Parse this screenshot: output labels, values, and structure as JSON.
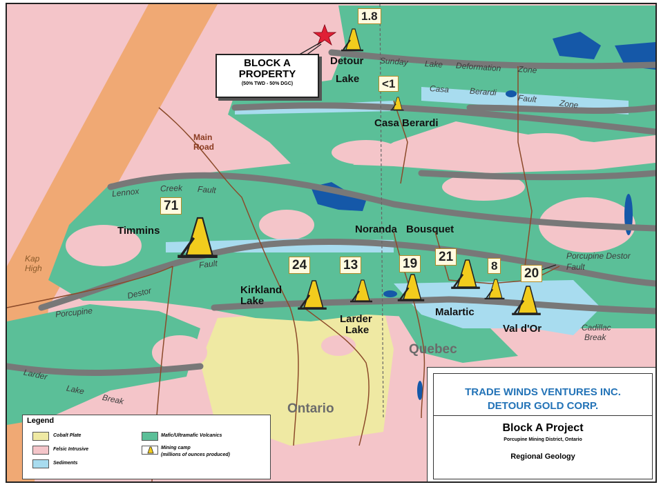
{
  "colors": {
    "felsic_intrusive": "#f4c5c9",
    "mafic_volcanics": "#5bbf98",
    "sediments": "#a8dcef",
    "cobalt_plate": "#efe9a3",
    "proterozoic": "#efa56a",
    "fault": "#787878",
    "road": "#8b4a2a",
    "lake": "#1558a8"
  },
  "block_property": {
    "line1": "BLOCK A",
    "line2": "PROPERTY",
    "line3": "(50% TWD - 50% DGC)"
  },
  "towns": {
    "detour1": "Detour",
    "detour2": "Lake",
    "casa": "Casa Berardi",
    "timmins": "Timmins",
    "noranda": "Noranda",
    "bousquet": "Bousquet",
    "kirkland1": "Kirkland",
    "kirkland2": "Lake",
    "larder1": "Larder",
    "larder2": "Lake",
    "malartic": "Malartic",
    "valdor": "Val d'Or"
  },
  "production": {
    "detour": "1.8",
    "casa": "<1",
    "timmins": "71",
    "kirkland": "24",
    "larder": "13",
    "noranda": "19",
    "bousquet": "21",
    "malartic": "8",
    "valdor": "20"
  },
  "features": {
    "sunday": "Sunday",
    "lake_w": "Lake",
    "deformation": "Deformation",
    "zone1": "Zone",
    "casa_f": "Casa",
    "berardi_f": "Berardi",
    "fault_f": "Fault",
    "zone2": "Zone",
    "lennox": "Lennox",
    "creek": "Creek",
    "fault2": "Fault",
    "fault3": "Fault",
    "destor": "Destor",
    "porcupine": "Porcupine",
    "pd1": "Porcupine Destor",
    "pd2": "Fault",
    "cad1": "Cadillac",
    "cad2": "Break",
    "larder_w": "Larder",
    "lake_w2": "Lake",
    "break_w": "Break",
    "kap1": "Kap",
    "kap2": "High",
    "mainroad1": "Main",
    "mainroad2": "Road"
  },
  "provinces": {
    "ontario": "Ontario",
    "quebec": "Quebec"
  },
  "legend": {
    "title": "Legend",
    "cobalt": "Cobalt Plate",
    "felsic": "Felsic Intrusive",
    "sediments": "Sediments",
    "mafic": "Mafic/Ultramafic Volcanics",
    "camp1": "Mining camp",
    "camp2": "(millions of ounces produced)"
  },
  "title_block": {
    "company1": "TRADE WINDS VENTURES INC.",
    "company2": "DETOUR GOLD CORP.",
    "project": "Block A Project",
    "district": "Porcupine Mining District, Ontario",
    "subject": "Regional Geology"
  }
}
